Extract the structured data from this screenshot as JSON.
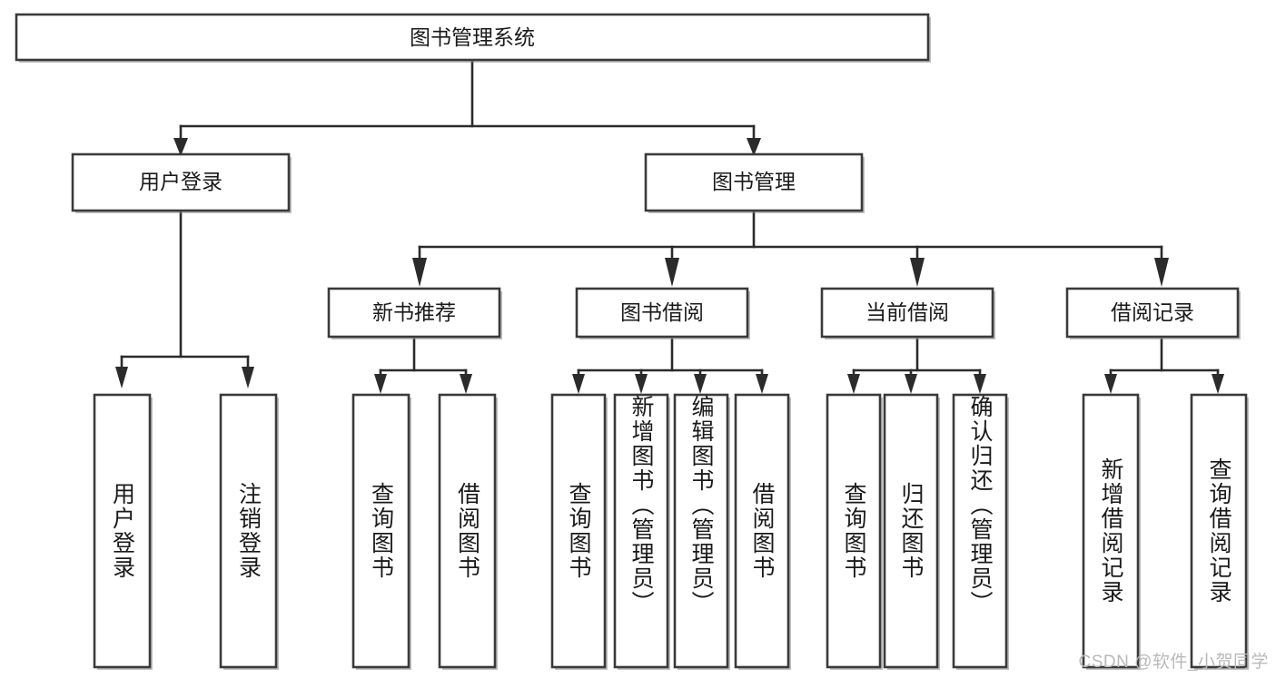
{
  "diagram": {
    "title": "图书管理系统",
    "type": "tree-hierarchy",
    "watermark": "CSDN @软件_小贺同学",
    "colors": {
      "box_stroke": "#3a3a3a",
      "connector": "#2b2b2b",
      "box_fill": "#ffffff",
      "background": "#ffffff",
      "watermark": "#b9b9b9"
    },
    "root": {
      "label": "图书管理系统"
    },
    "level2": [
      {
        "label": "用户登录"
      },
      {
        "label": "图书管理"
      }
    ],
    "level3": [
      {
        "label": "新书推荐"
      },
      {
        "label": "图书借阅"
      },
      {
        "label": "当前借阅"
      },
      {
        "label": "借阅记录"
      }
    ],
    "leaves": {
      "user_login": [
        {
          "label": "用户登录"
        },
        {
          "label": "注销登录"
        }
      ],
      "new_book_recommend": [
        {
          "label": "查询图书"
        },
        {
          "label": "借阅图书"
        }
      ],
      "book_borrow": [
        {
          "label": "查询图书"
        },
        {
          "label": "新增图书（管理员）"
        },
        {
          "label": "编辑图书（管理员）"
        },
        {
          "label": "借阅图书"
        }
      ],
      "current_borrow": [
        {
          "label": "查询图书"
        },
        {
          "label": "归还图书"
        },
        {
          "label": "确认归还（管理员）"
        }
      ],
      "borrow_record": [
        {
          "label": "新增借阅记录"
        },
        {
          "label": "查询借阅记录"
        }
      ]
    }
  }
}
